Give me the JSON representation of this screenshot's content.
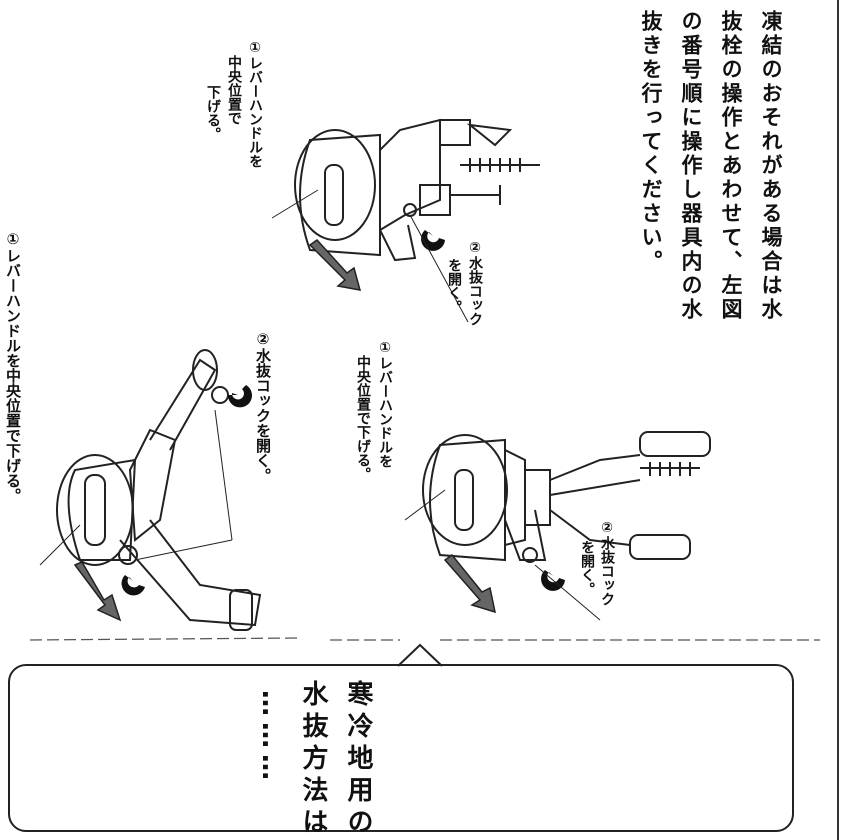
{
  "instruction_header": "①レバーハンドルを中央位置で下げる。",
  "instruction_body": [
    "凍結のおそれがある場合は水",
    "抜栓の操作とあわせて、左図",
    "の番号順に操作し器具内の水",
    "抜きを行ってください。"
  ],
  "fig1": {
    "label1": "①レバーハンドルを中央位置で下げる。",
    "label2": "②水抜コックを開く。"
  },
  "fig2": {
    "label1_line1": "①レバーハンドルを",
    "label1_line2": "中央位置で下げる。",
    "label2_line1": "②水抜コック",
    "label2_line2": "を開く。"
  },
  "fig3": {
    "label1_line1": "①レバーハンドルを",
    "label1_line2": "中央位置で",
    "label1_line3": "下げる。",
    "label2_line1": "②水抜コック",
    "label2_line2": "を開く。"
  },
  "callout": {
    "line1": "寒冷地用の",
    "line2": "水抜方法は",
    "line3": "………"
  }
}
